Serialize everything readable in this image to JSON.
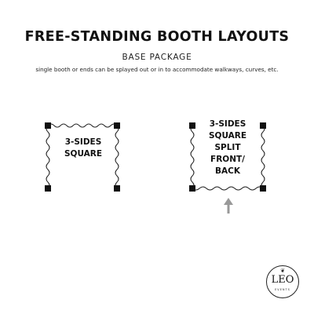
{
  "header": {
    "title": "FREE-STANDING BOOTH LAYOUTS",
    "subtitle": "BASE  PACKAGE",
    "description": "single booth or ends can be splayed out or in to accommodate walkways, curves, etc."
  },
  "booths": [
    {
      "label_lines": [
        "3-SIDES",
        "SQUARE"
      ]
    },
    {
      "label_lines": [
        "3-SIDES",
        "SQUARE",
        "SPLIT",
        "FRONT/",
        "BACK"
      ]
    }
  ],
  "arrow": {
    "icon": "up-arrow-icon",
    "color": "#999999"
  },
  "logo": {
    "mark": "❦",
    "name": "LEO",
    "sub": "EVENTS"
  },
  "colors": {
    "post": "#111111",
    "drape": "#222222"
  }
}
